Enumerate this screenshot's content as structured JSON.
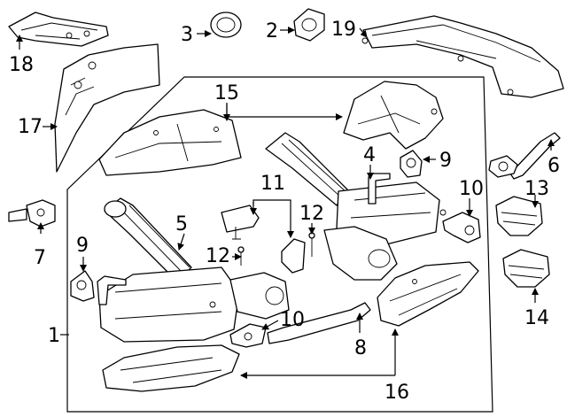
{
  "diagram": {
    "callouts": {
      "c1": "1",
      "c2": "2",
      "c3": "3",
      "c4": "4",
      "c5": "5",
      "c6": "6",
      "c7": "7",
      "c8": "8",
      "c9a": "9",
      "c9b": "9",
      "c10a": "10",
      "c10b": "10",
      "c11": "11",
      "c12a": "12",
      "c12b": "12",
      "c13": "13",
      "c14": "14",
      "c15": "15",
      "c16": "16",
      "c17": "17",
      "c18": "18",
      "c19": "19"
    }
  }
}
